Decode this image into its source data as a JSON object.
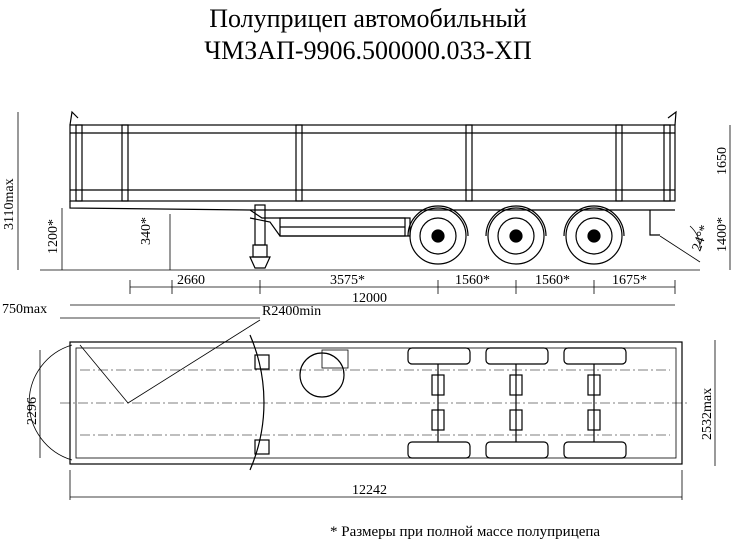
{
  "title": {
    "line1": "Полуприцеп автомобильный",
    "line2": "ЧМЗАП-9906.500000.033-ХП"
  },
  "side_view": {
    "dims": {
      "total_height": "3110max",
      "frame_height": "1200*",
      "lower_height": "340*",
      "top_right": "1650",
      "right_height": "1400*",
      "angle": "24°*",
      "kingpin_to_leg": "2660",
      "leg_to_axle": "3575*",
      "axle_gap_1": "1560*",
      "axle_gap_2": "1560*",
      "rear_overhang": "1675*",
      "overall_length": "12000"
    }
  },
  "top_view": {
    "dims": {
      "radius_front": "750max",
      "turn_radius": "R2400min",
      "inner_width": "2296",
      "outer_width": "2532max",
      "overall_length": "12242"
    }
  },
  "footnote": "* Размеры при полной массе полуприцепа"
}
